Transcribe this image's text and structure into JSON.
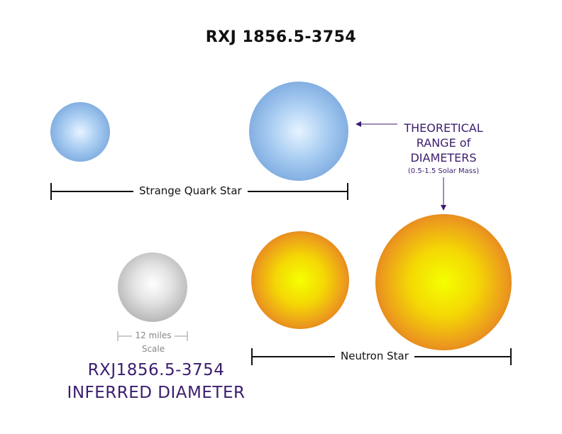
{
  "title": "RXJ 1856.5-3754",
  "strange_quark_star": {
    "label": "Strange Quark Star"
  },
  "neutron_star": {
    "label": "Neutron Star"
  },
  "theoretical": {
    "line1": "THEORETICAL",
    "line2": "RANGE of",
    "line3": "DIAMETERS",
    "sub": "(0.5-1.5 Solar Mass)"
  },
  "scale": {
    "value": "12 miles",
    "label": "Scale"
  },
  "inferred": {
    "line1": "RXJ1856.5-3754",
    "line2": "INFERRED DIAMETER"
  },
  "colors": {
    "purple": "#3b1d6e",
    "quark_blue": "#5f92d2",
    "neutron_orange": "#c9501f",
    "grey": "#9a9a9a"
  }
}
